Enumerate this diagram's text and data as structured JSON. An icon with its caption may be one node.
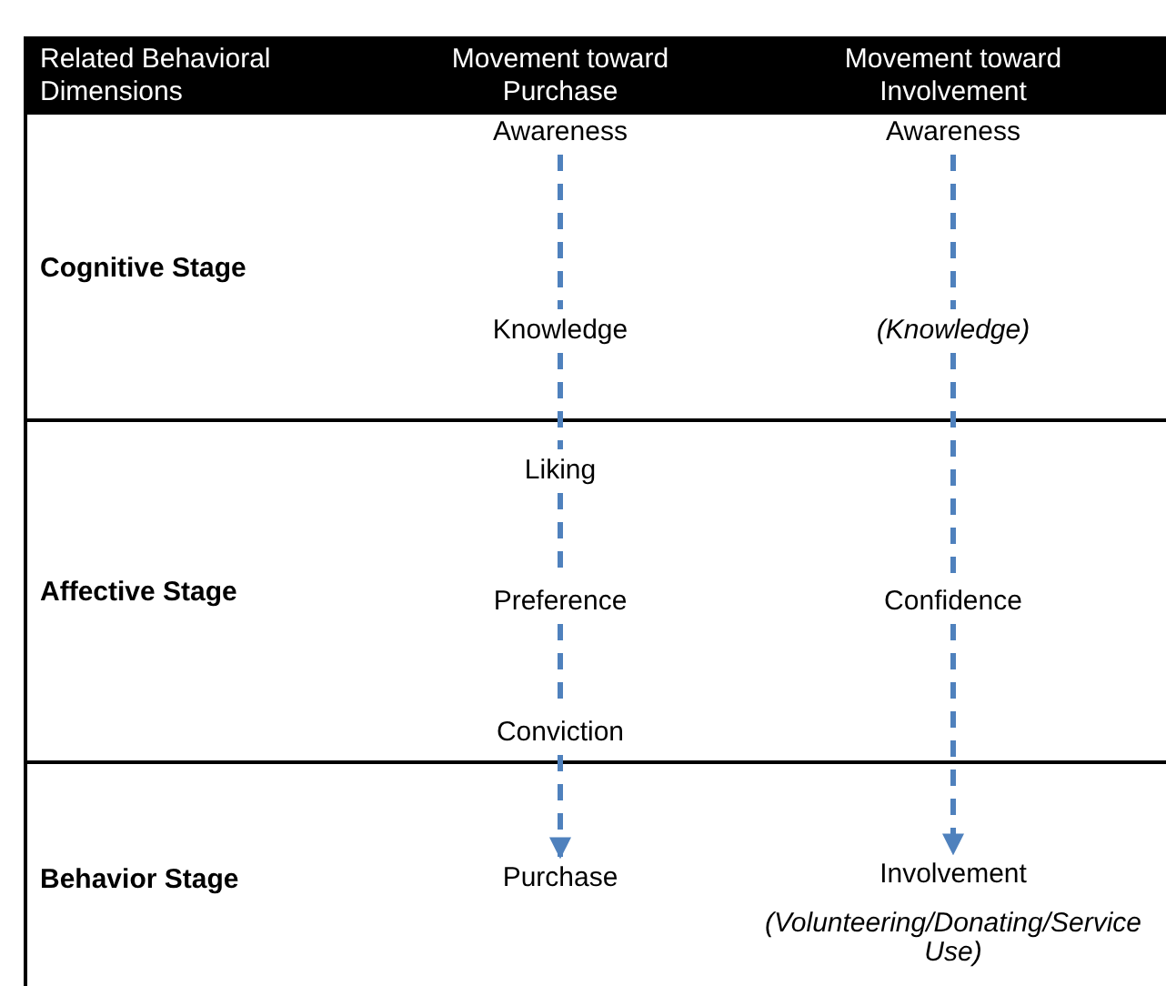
{
  "diagram": {
    "nodes": [
      {
        "text": [
          "Awareness"
        ]
      },
      {
        "text": [
          "Knowledge"
        ]
      },
      {
        "text": [
          "Liking"
        ]
      },
      {
        "text": [
          "Preference"
        ]
      },
      {
        "text": [
          "Conviction"
        ]
      },
      {
        "text": [
          "Purchase"
        ]
      },
      {
        "text": [
          "Awareness"
        ]
      },
      {
        "text": [
          "(Knowledge)"
        ]
      },
      {
        "text": [
          "Confidence"
        ]
      },
      {
        "text": [
          "Involvement",
          "(Volunteering/Donating/Service Use)"
        ]
      }
    ],
    "edges": [
      {
        "from": 0,
        "to": 1,
        "arrow": "none",
        "style": "dashed"
      },
      {
        "from": 1,
        "to": 2,
        "arrow": "none",
        "style": "dashed"
      },
      {
        "from": 2,
        "to": 3,
        "arrow": "none",
        "style": "dashed"
      },
      {
        "from": 3,
        "to": 4,
        "arrow": "none",
        "style": "dashed"
      },
      {
        "from": 4,
        "to": 5,
        "arrow": "to",
        "style": "dashed"
      },
      {
        "from": 6,
        "to": 7,
        "arrow": "none",
        "style": "dashed"
      },
      {
        "from": 7,
        "to": 8,
        "arrow": "none",
        "style": "dashed"
      },
      {
        "from": 8,
        "to": 9,
        "arrow": "to",
        "style": "dashed"
      }
    ],
    "labels": [
      "Related Behavioral Dimensions",
      "Movement toward Purchase",
      "Movement toward Involvement",
      "Cognitive Stage",
      "Affective Stage",
      "Behavior Stage"
    ]
  }
}
